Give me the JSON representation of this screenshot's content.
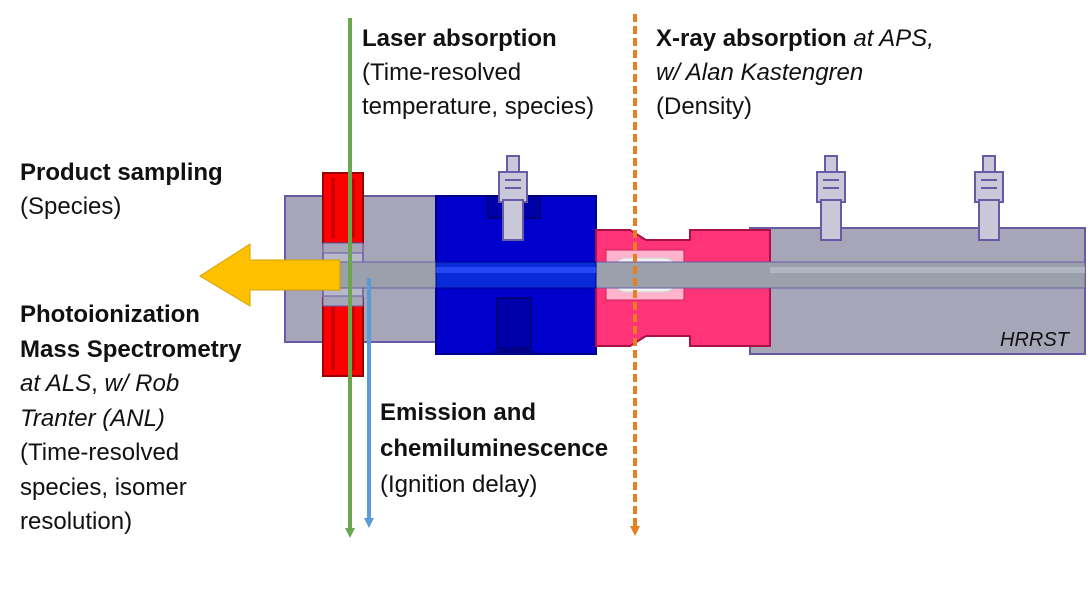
{
  "laser": {
    "title": "Laser absorption",
    "line1": "(Time-resolved",
    "line2": "temperature, species)"
  },
  "xray": {
    "title": "X-ray absorption",
    "title_italic": " at APS,",
    "line1": "w/ Alan Kastengren",
    "line2": "(Density)"
  },
  "product": {
    "title": "Product sampling",
    "line1": "(Species)"
  },
  "pims": {
    "title1": "Photoionization",
    "title2": "Mass Spectrometry",
    "italic1a": "at ALS",
    "italic1b": ", ",
    "italic1c": "w/ Rob",
    "italic2": "Tranter (ANL)",
    "line1": "(Time-resolved",
    "line2": "species, isomer",
    "line3": "resolution)"
  },
  "emission": {
    "title1": "Emission and",
    "title2": "chemiluminescence",
    "line1": "(Ignition delay)"
  },
  "hrrst_label": "HRRST",
  "colors": {
    "laser_beam": "#6aa84f",
    "xray_beam": "#e67e22",
    "emission_beam": "#5b9bd5",
    "sampling_arrow": "#ffc000",
    "steel_gray": "#a6a6b8",
    "outline_purple": "#6a5aa6",
    "red_fitting": "#ff0000",
    "blue_block": "#0000cc",
    "pink_adapter": "#ff3377",
    "bore_gray": "#9aa0ac"
  }
}
